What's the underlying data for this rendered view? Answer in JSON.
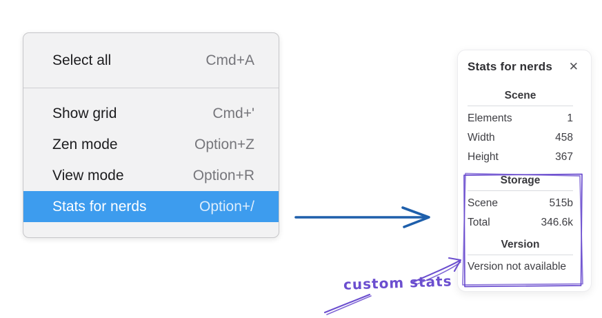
{
  "colors": {
    "accent-blue": "#3d9cee",
    "arrow-blue": "#1e5fab",
    "purple": "#6b4ecf"
  },
  "menu": {
    "items_top": [
      {
        "label": "Select all",
        "shortcut": "Cmd+A"
      }
    ],
    "items": [
      {
        "label": "Show grid",
        "shortcut": "Cmd+'"
      },
      {
        "label": "Zen mode",
        "shortcut": "Option+Z"
      },
      {
        "label": "View mode",
        "shortcut": "Option+R"
      },
      {
        "label": "Stats for nerds",
        "shortcut": "Option+/",
        "highlighted": true
      }
    ]
  },
  "panel": {
    "title": "Stats for nerds",
    "close_icon": "✕",
    "scene": {
      "header": "Scene",
      "rows": [
        {
          "label": "Elements",
          "value": "1"
        },
        {
          "label": "Width",
          "value": "458"
        },
        {
          "label": "Height",
          "value": "367"
        }
      ]
    },
    "storage": {
      "header": "Storage",
      "rows": [
        {
          "label": "Scene",
          "value": "515b"
        },
        {
          "label": "Total",
          "value": "346.6k"
        }
      ]
    },
    "version": {
      "header": "Version",
      "note": "Version not available"
    }
  },
  "annotation": {
    "label": "custom stats"
  }
}
